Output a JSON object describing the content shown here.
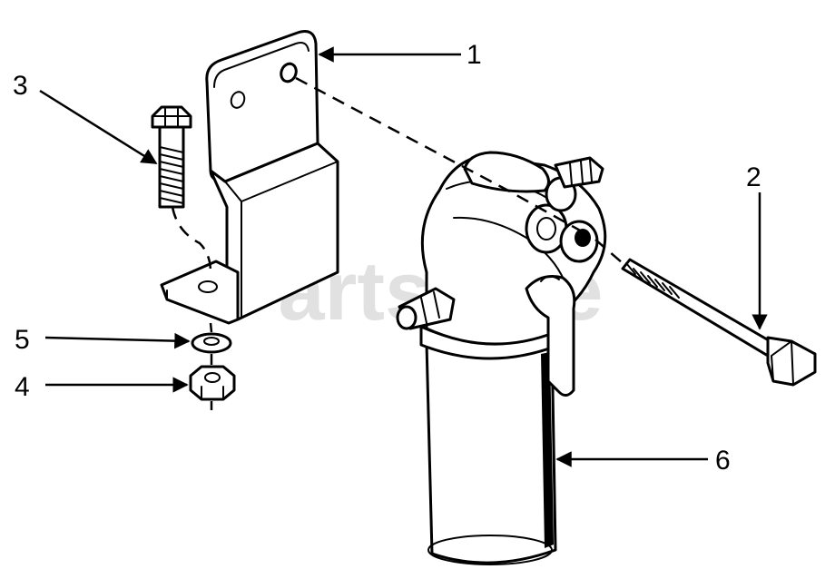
{
  "callouts": [
    {
      "id": "1",
      "label": "1",
      "part": "mounting-bracket"
    },
    {
      "id": "2",
      "label": "2",
      "part": "long-bolt"
    },
    {
      "id": "3",
      "label": "3",
      "part": "hex-bolt"
    },
    {
      "id": "4",
      "label": "4",
      "part": "hex-nut"
    },
    {
      "id": "5",
      "label": "5",
      "part": "lock-washer"
    },
    {
      "id": "6",
      "label": "6",
      "part": "fuel-filter-assembly"
    }
  ],
  "watermark": "PartsTree"
}
